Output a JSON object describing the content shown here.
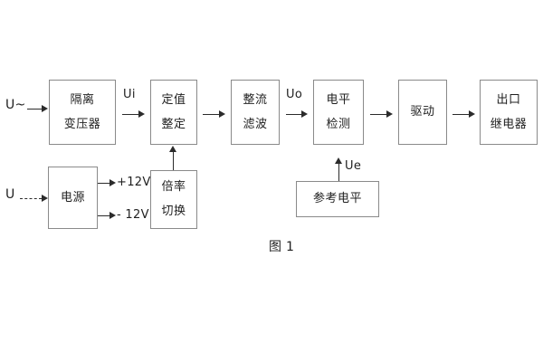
{
  "figure": {
    "caption": "图 1",
    "border_color": "#8a8a8a",
    "line_color": "#2b2b2b",
    "text_color": "#1f1f1f",
    "background": "#ffffff"
  },
  "blocks": {
    "isolation_transformer": {
      "line1": "隔离",
      "line2": "变压器"
    },
    "setting_value": {
      "line1": "定值",
      "line2": "整定"
    },
    "rectify_filter": {
      "line1": "整流",
      "line2": "滤波"
    },
    "level_detect": {
      "line1": "电平",
      "line2": "检测"
    },
    "drive": {
      "line1": "驱动"
    },
    "output_relay": {
      "line1": "出口",
      "line2": "继电器"
    },
    "power_supply": {
      "line1": "电源"
    },
    "multiplier_switch": {
      "line1": "倍率",
      "line2": "切换"
    },
    "reference_level": {
      "line1": "参考电平"
    }
  },
  "labels": {
    "input_ac": "U~",
    "input_dc": "U",
    "signal_ui": "Ui",
    "signal_uo": "Uo",
    "signal_ue": "Ue",
    "rail_positive": "+12V",
    "rail_negative": "- 12V"
  }
}
